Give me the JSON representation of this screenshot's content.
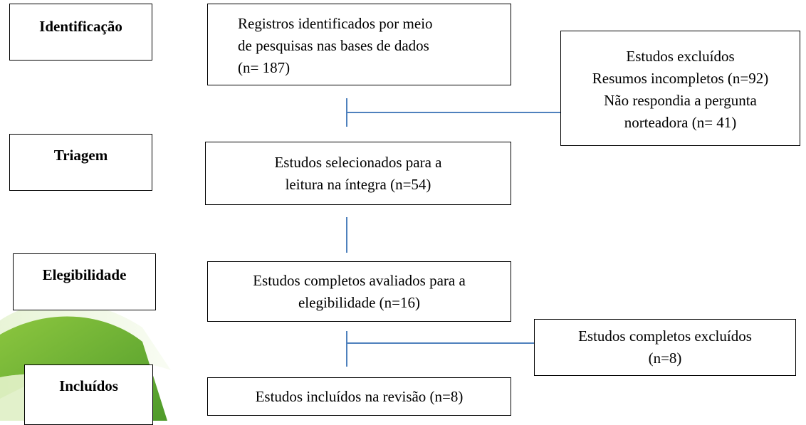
{
  "stages": {
    "identificacao": "Identificação",
    "triagem": "Triagem",
    "elegibilidade": "Elegibilidade",
    "incluidos": "Incluídos"
  },
  "boxes": {
    "registros": {
      "lines": [
        "Registros identificados por meio",
        "de pesquisas nas bases de dados",
        "(n= 187)"
      ]
    },
    "excluidos": {
      "lines": [
        "Estudos excluídos",
        "Resumos incompletos (n=92)",
        "Não respondia a pergunta",
        "norteadora (n= 41)"
      ]
    },
    "selecionados": {
      "lines": [
        "Estudos selecionados para a",
        "leitura na íntegra (n=54)"
      ]
    },
    "completos": {
      "lines": [
        "Estudos completos avaliados para a",
        "elegibilidade (n=16)"
      ]
    },
    "completos_excluidos": {
      "lines": [
        "Estudos completos excluídos",
        "(n=8)"
      ]
    },
    "incluidos": {
      "lines": [
        "Estudos incluídos na revisão (n=8)"
      ]
    }
  },
  "colors": {
    "connector": "#4f81bd",
    "decoration_green_dark": "#5aa02c",
    "decoration_green_light": "#a8d46a"
  }
}
